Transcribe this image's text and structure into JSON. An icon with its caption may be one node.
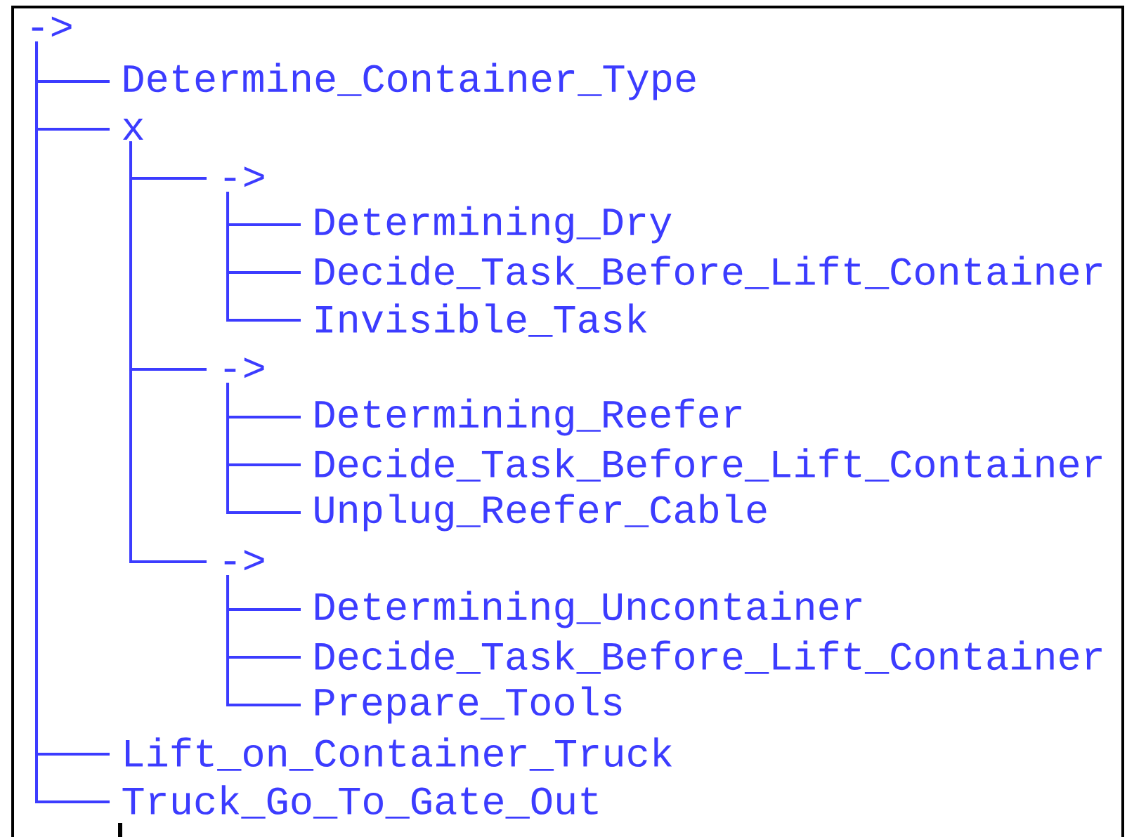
{
  "diagram": {
    "nodes": [
      {
        "text": [
          "->"
        ]
      },
      {
        "text": [
          "Determine_Container_Type"
        ]
      },
      {
        "text": [
          "x"
        ]
      },
      {
        "text": [
          "->"
        ]
      },
      {
        "text": [
          "Determining_Dry"
        ]
      },
      {
        "text": [
          "Decide_Task_Before_Lift_Container"
        ]
      },
      {
        "text": [
          "Invisible_Task"
        ]
      },
      {
        "text": [
          "->"
        ]
      },
      {
        "text": [
          "Determining_Reefer"
        ]
      },
      {
        "text": [
          "Decide_Task_Before_Lift_Container"
        ]
      },
      {
        "text": [
          "Unplug_Reefer_Cable"
        ]
      },
      {
        "text": [
          "->"
        ]
      },
      {
        "text": [
          "Determining_Uncontainer"
        ]
      },
      {
        "text": [
          "Decide_Task_Before_Lift_Container"
        ]
      },
      {
        "text": [
          "Prepare_Tools"
        ]
      },
      {
        "text": [
          "Lift_on_Container_Truck"
        ]
      },
      {
        "text": [
          "Truck_Go_To_Gate_Out"
        ]
      }
    ],
    "edges": [
      {
        "from": 0,
        "to": 1,
        "arrow": "none"
      },
      {
        "from": 0,
        "to": 2,
        "arrow": "none"
      },
      {
        "from": 2,
        "to": 3,
        "arrow": "none"
      },
      {
        "from": 3,
        "to": 4,
        "arrow": "none"
      },
      {
        "from": 3,
        "to": 5,
        "arrow": "none"
      },
      {
        "from": 3,
        "to": 6,
        "arrow": "none"
      },
      {
        "from": 2,
        "to": 7,
        "arrow": "none"
      },
      {
        "from": 7,
        "to": 8,
        "arrow": "none"
      },
      {
        "from": 7,
        "to": 9,
        "arrow": "none"
      },
      {
        "from": 7,
        "to": 10,
        "arrow": "none"
      },
      {
        "from": 2,
        "to": 11,
        "arrow": "none"
      },
      {
        "from": 11,
        "to": 12,
        "arrow": "none"
      },
      {
        "from": 11,
        "to": 13,
        "arrow": "none"
      },
      {
        "from": 11,
        "to": 14,
        "arrow": "none"
      },
      {
        "from": 0,
        "to": 15,
        "arrow": "none"
      },
      {
        "from": 0,
        "to": 16,
        "arrow": "none"
      }
    ]
  }
}
